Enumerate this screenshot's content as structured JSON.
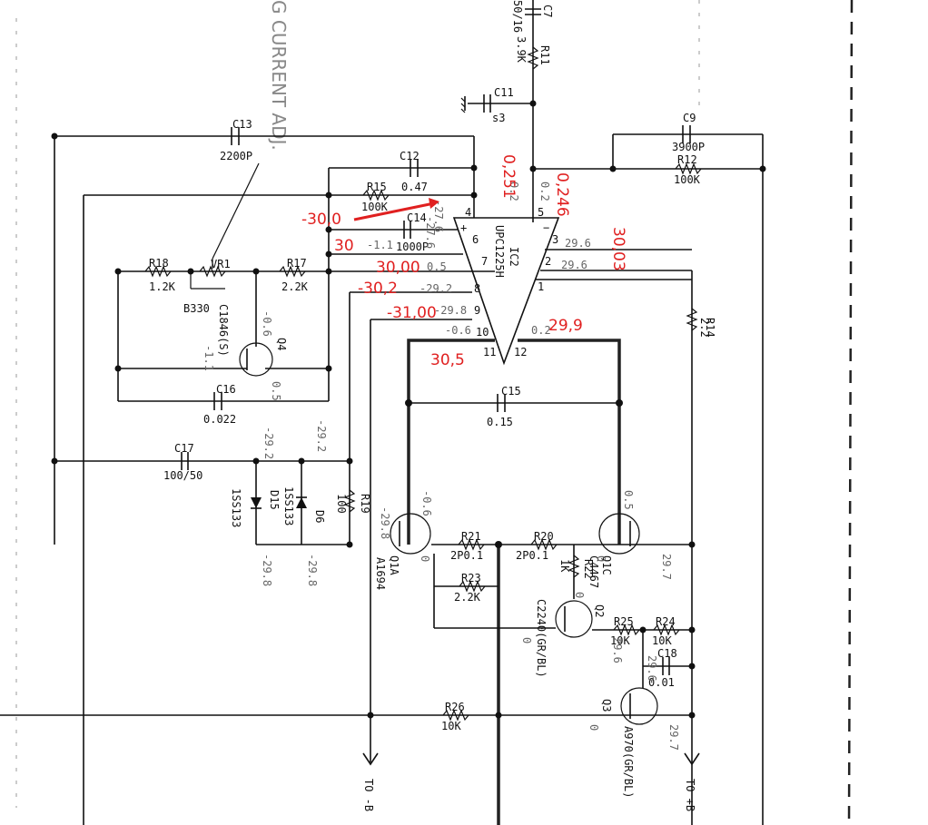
{
  "title_vertical": "G CURRENT ADJ.",
  "components": {
    "c7": "C7",
    "c7_val": "50/16",
    "r11": "R11",
    "r11_val": "3.9K",
    "c11": "C11",
    "c11_val": "s3",
    "c13": "C13",
    "c13_val": "2200P",
    "c12": "C12",
    "c12_val": "0.47",
    "r15": "R15",
    "r15_val": "100K",
    "c14": "C14",
    "c14_val": "1000P",
    "c9": "C9",
    "c9_val": "3900P",
    "r12": "R12",
    "r12_val": "100K",
    "r18": "R18",
    "r18_val": "1.2K",
    "vr1": "VR1",
    "vr1_code": "B330",
    "r17": "R17",
    "r17_val": "2.2K",
    "q4": "Q4",
    "q4_part": "C1846(S)",
    "ic2": "IC2",
    "ic2_part": "UPC1225H",
    "r14": "R14",
    "r14_val": "2.2",
    "c16": "C16",
    "c16_val": "0.022",
    "c15": "C15",
    "c15_val": "0.15",
    "c17": "C17",
    "c17_val": "100/50",
    "d15": "D15",
    "d15_part": "1SS133",
    "d6": "D6",
    "d6_part": "1SS133",
    "r19": "R19",
    "r19_val": "100",
    "q1a": "Q1A",
    "q1a_part": "A1694",
    "q1c": "Q1C",
    "q1c_part": "C4467",
    "r21": "R21",
    "r21_val": "2P0.1",
    "r20": "R20",
    "r20_val": "2P0.1",
    "r22": "R22",
    "r22_val": "1K",
    "r23": "R23",
    "r23_val": "2.2K",
    "q2": "Q2",
    "q2_part": "C2240(GR/BL)",
    "r25": "R25",
    "r25_val": "10K",
    "r24": "R24",
    "r24_val": "10K",
    "c18": "C18",
    "c18_val": "0.01",
    "q3": "Q3",
    "q3_part": "A970(GR/BL)",
    "r26": "R26",
    "r26_val": "10K",
    "to_minus": "TO -B",
    "to_plus": "TO +B"
  },
  "pin_labels": {
    "p1": "1",
    "p2": "2",
    "p3": "3",
    "p4": "4",
    "p5": "5",
    "p6": "6",
    "p7": "7",
    "p8": "8",
    "p9": "9",
    "p10": "10",
    "p11": "11",
    "p12": "12",
    "plus": "+",
    "minus": "−"
  },
  "printed_voltages": {
    "v_c12": "0.2",
    "v_pin4": "-27.6",
    "v_pin5": "0.2",
    "v_pin6": "-27.6",
    "v_pin3": "29.6",
    "v_pin2": "29.6",
    "v_pin7": "-1.1",
    "v_pin8": "0.5",
    "v_pin9": "-29.2",
    "v_pin10a": "-29.8",
    "v_pin10b": "-0.6",
    "v_pin12": "0.2",
    "v_q4a": "-0.6",
    "v_q4b": "-1.1",
    "v_q4c": "0.5",
    "v_d15": "-29.2",
    "v_d6": "-29.2",
    "v_r19": "-29.8",
    "v_d15b": "-29.8",
    "v_d6b": "-29.8",
    "v_q1a": "-0.6",
    "v_q1c": "0.5",
    "v_q1a0": "0",
    "v_q1c0": "0",
    "v_q1cR": "29.7",
    "v_q2": "29.6",
    "v_q2b": "0",
    "v_q2c": "0",
    "v_q3": "29.6",
    "v_q3b": "29.7",
    "v_q3c": "0"
  },
  "measured_annotations": {
    "m1": "-30,0",
    "m2": "30",
    "m3": "30,00",
    "m4": "-30,2",
    "m5": "-31,00",
    "m6": "30,5",
    "m7": "0,251",
    "m8": "0,246",
    "m9": "30,03",
    "m10": "29,9"
  },
  "colors": {
    "wire": "#111111",
    "annotation": "#e02020",
    "printed_value": "#666666"
  }
}
